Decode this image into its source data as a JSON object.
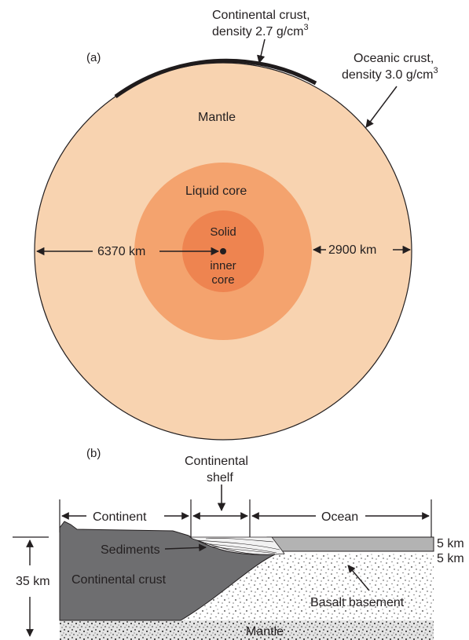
{
  "panel_a": {
    "label": "(a)",
    "continental_crust": {
      "line1": "Continental crust,",
      "line2_prefix": "density 2.7 g/cm",
      "line2_exp": "3"
    },
    "oceanic_crust": {
      "line1": "Oceanic crust,",
      "line2_prefix": "density 3.0 g/cm",
      "line2_exp": "3"
    },
    "mantle_label": "Mantle",
    "liquid_core_label": "Liquid core",
    "inner_core_label": {
      "line1": "Solid",
      "line2": "inner",
      "line3": "core"
    },
    "radius_label": "6370 km",
    "mantle_thickness_label": "2900 km",
    "colors": {
      "mantle": "#f8d3b0",
      "liquid_core": "#f4a36e",
      "inner_core": "#ee8450",
      "crust": "#1f1b1c"
    }
  },
  "panel_b": {
    "label": "(b)",
    "continental_shelf_label": {
      "line1": "Continental",
      "line2": "shelf"
    },
    "continent_label": "Continent",
    "ocean_label": "Ocean",
    "sediments_label": "Sediments",
    "continental_crust_label": "Continental crust",
    "basalt_label": "Basalt basement",
    "mantle_label": "Mantle",
    "depth_35": "35 km",
    "depth_5a": "5 km",
    "depth_5b": "5 km",
    "colors": {
      "continental_crust": "#6e6e70",
      "ocean_layer": "#b3b3b3"
    }
  }
}
